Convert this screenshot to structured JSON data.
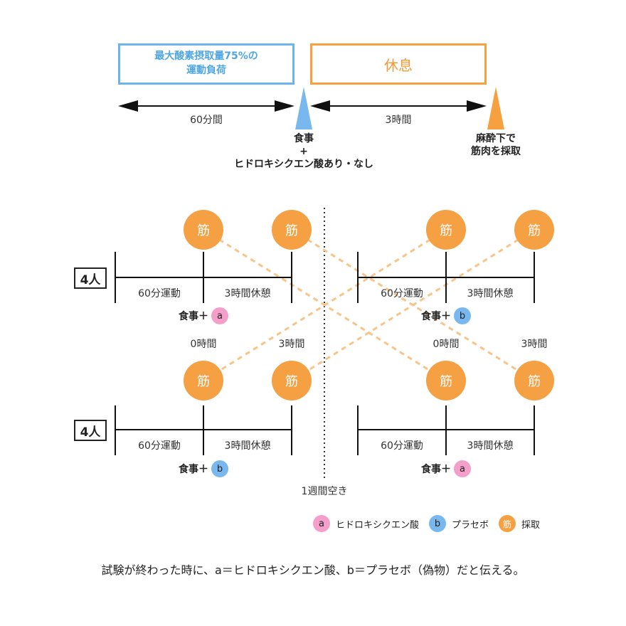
{
  "header": {
    "exercise_label": "最大酸素摂取量75%の\n運動負荷",
    "rest_label": "休息",
    "exercise_duration": "60分間",
    "rest_duration": "3時間",
    "meal_marker": "食事\n+\nヒドロキシクエン酸あり・なし",
    "biopsy_marker": "麻酔下で\n筋肉を採取"
  },
  "muscle_symbol": "筋",
  "groups": {
    "top_left": {
      "people": "4人",
      "seg1": "60分運動",
      "seg2": "3時間休憩",
      "meal": "食事＋",
      "badge": "a"
    },
    "top_right": {
      "seg1": "60分運動",
      "seg2": "3時間休憩",
      "meal": "食事＋",
      "badge": "b"
    },
    "bottom_left": {
      "people": "4人",
      "seg1": "60分運動",
      "seg2": "3時間休憩",
      "meal": "食事＋",
      "badge": "b"
    },
    "bottom_right": {
      "seg1": "60分運動",
      "seg2": "3時間休憩",
      "meal": "食事＋",
      "badge": "a"
    }
  },
  "time_labels": {
    "t0": "0時間",
    "t3": "3時間"
  },
  "washout_label": "1週間空き",
  "legend": [
    {
      "symbol": "a",
      "label": "ヒドロキシクエン酸",
      "color": "#f49fc9"
    },
    {
      "symbol": "b",
      "label": "プラセボ",
      "color": "#78b8ee"
    },
    {
      "symbol": "筋",
      "label": "採取",
      "color": "#f5a042"
    }
  ],
  "footer": "試験が終わった時に、a＝ヒドロキシクエン酸、b＝プラセボ（偽物）だと伝える。",
  "colors": {
    "blue": "#6cb4ea",
    "orange": "#f5a042",
    "pink": "#f49fc9",
    "dash": "#f8c48a"
  }
}
